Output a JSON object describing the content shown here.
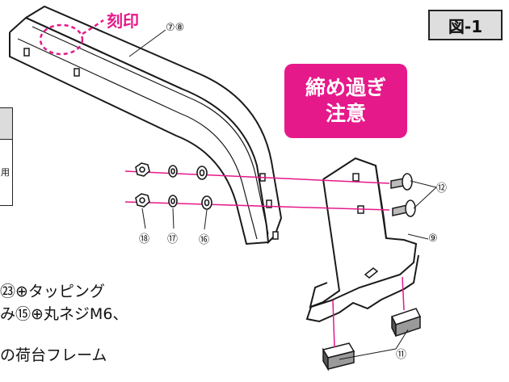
{
  "figure_label": "図-1",
  "stamp_label": "刻印",
  "warning": {
    "line1": "締め過ぎ",
    "line2": "注意"
  },
  "callouts": {
    "frame": "⑦⑧",
    "bolts": "⑫",
    "bracket": "⑨",
    "pads": "⑪",
    "nut": "⑱",
    "spring_washer": "⑰",
    "washer": "⑯"
  },
  "text_fragments": {
    "line1": "㉓⊕タッピング",
    "line2": "み⑮⊕丸ネジM6、",
    "line3": "の荷台フレーム"
  },
  "table_fragment": {
    "cell": "用"
  },
  "colors": {
    "accent_pink": "#e6198a",
    "line": "#1a1a1a",
    "fig_label_bg": "#dedede"
  }
}
